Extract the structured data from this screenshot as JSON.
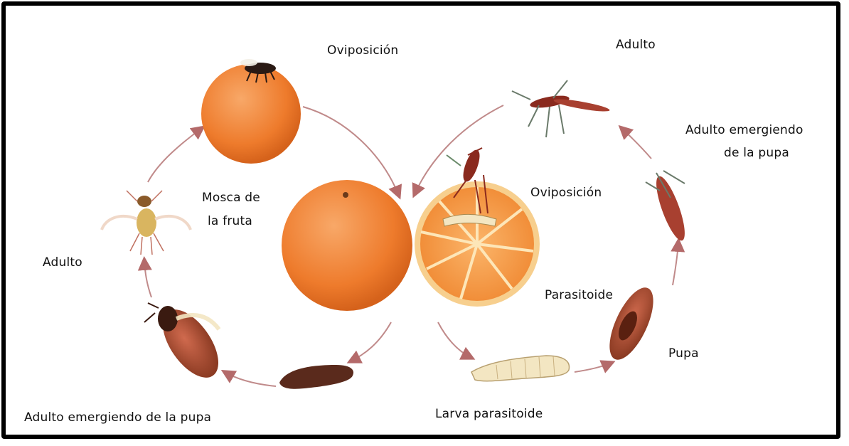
{
  "labels": {
    "oviposicion_top": "Oviposición",
    "adulto_top": "Adulto",
    "adulto_emergiendo_right_1": "Adulto emergiendo",
    "adulto_emergiendo_right_2": "de la pupa",
    "mosca_1": "Mosca de",
    "mosca_2": "la fruta",
    "oviposicion_mid": "Oviposición",
    "adulto_left": "Adulto",
    "parasitoide": "Parasitoide",
    "pupa": "Pupa",
    "adulto_emergiendo_bottom": "Adulto emergiendo de la pupa",
    "larva_parasitoide": "Larva parasitoide"
  },
  "colors": {
    "orange": "#f07d2c",
    "orange_light": "#f6a45f",
    "orange_dark": "#d8621a",
    "arrow": "#b46a6a",
    "pupa_brown": "#7a3a22",
    "larva": "#f3e6c2",
    "wasp": "#8a2a1e"
  }
}
